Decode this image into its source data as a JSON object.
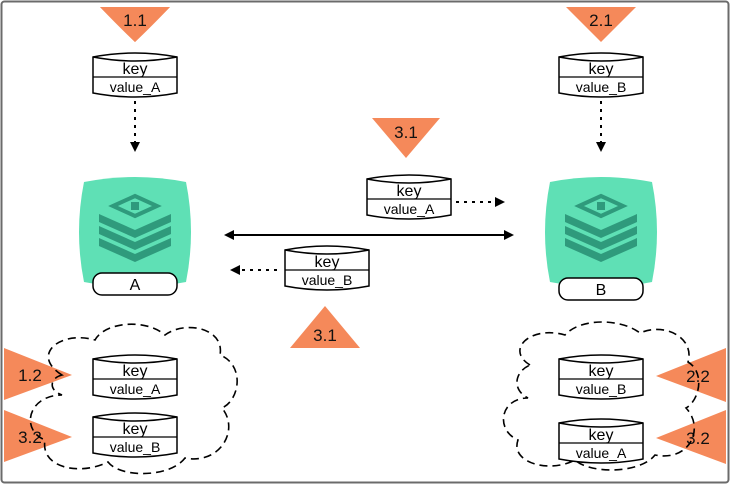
{
  "colors": {
    "badge": "#f5895a",
    "server": "#5fe0b5",
    "server_icon": "#2f9a7c",
    "frame": "#666666",
    "line": "#000000"
  },
  "nodes": {
    "a": {
      "label": "A",
      "icon": "database-stack-icon"
    },
    "b": {
      "label": "B",
      "icon": "database-stack-icon"
    }
  },
  "records": {
    "top_a": {
      "key": "key",
      "value": "value_A"
    },
    "top_b": {
      "key": "key",
      "value": "value_B"
    },
    "sync_to_b": {
      "key": "key",
      "value": "value_A"
    },
    "sync_to_a": {
      "key": "key",
      "value": "value_B"
    },
    "store_a_1": {
      "key": "key",
      "value": "value_A"
    },
    "store_a_2": {
      "key": "key",
      "value": "value_B"
    },
    "store_b_1": {
      "key": "key",
      "value": "value_B"
    },
    "store_b_2": {
      "key": "key",
      "value": "value_A"
    }
  },
  "badges": {
    "b_1_1": "1.1",
    "b_2_1": "2.1",
    "b_3_1_top": "3.1",
    "b_3_1_bottom": "3.1",
    "b_1_2": "1.2",
    "b_3_2_left": "3.2",
    "b_2_2": "2.2",
    "b_3_2_right": "3.2"
  }
}
